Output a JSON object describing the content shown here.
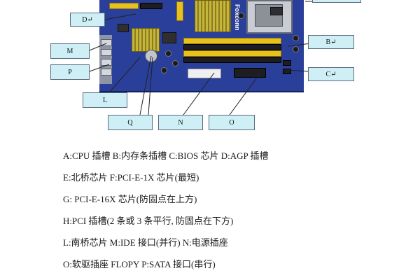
{
  "diagram": {
    "labels": {
      "D": "D↵",
      "M": "M",
      "P": "P",
      "L": "L",
      "B": "B↵",
      "C": "C↵",
      "Q": "Q",
      "N": "N",
      "O": "O"
    },
    "brand": "Foxconn",
    "board_color": "#2a3f99",
    "label_box_color": "#cfeff7"
  },
  "legend": {
    "lines": [
      "A:CPU 插槽    B:内存条插槽    C:BIOS 芯片   D:AGP 插槽",
      "E:北桥芯片    F:PCI-E-1X 芯片(最短)",
      "G: PCI-E-16X 芯片(防固点在上方)",
      "H:PCI 插槽(2 条或 3 条平行, 防固点在下方)",
      "L:南桥芯片       M:IDE 接口(并行)    N:电源插座",
      "O:软驱插座 FLOPY      P:SATA 接口(串行)"
    ]
  }
}
